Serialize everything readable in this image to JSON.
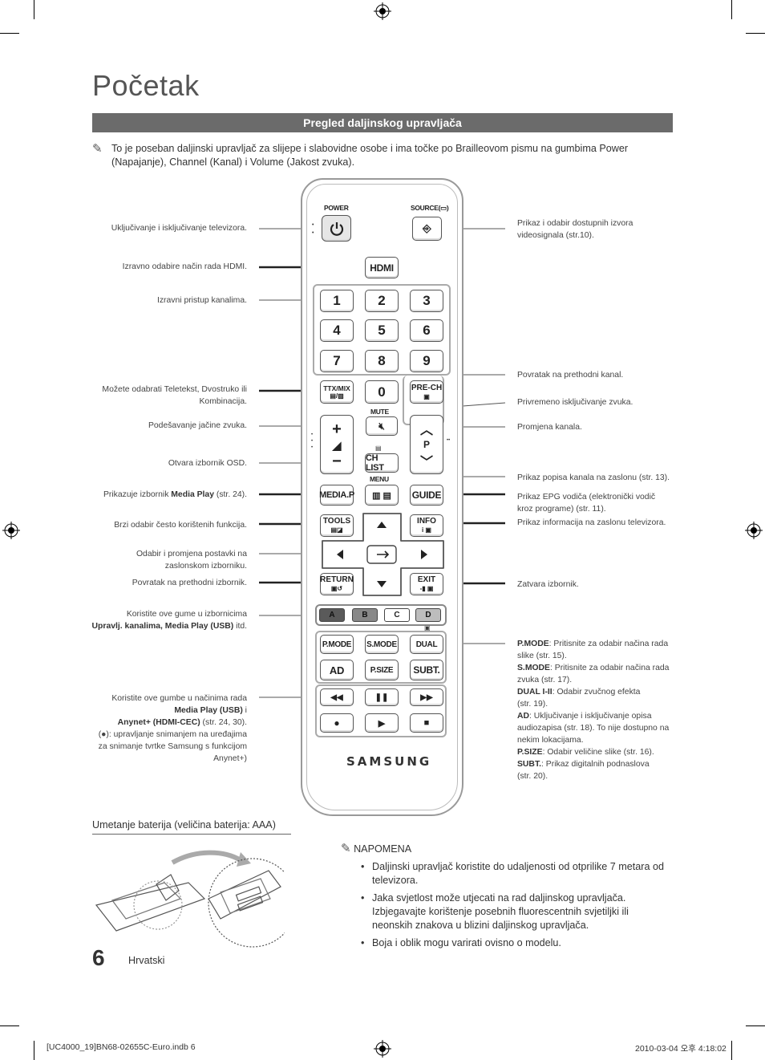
{
  "page": {
    "title": "Početak",
    "section_heading": "Pregled daljinskog upravljača",
    "intro_text": "To je poseban daljinski upravljač za slijepe i slabovidne osobe i ima točke po Brailleovom pismu na gumbima Power (Napajanje), Channel (Kanal) i Volume (Jakost zvuka).",
    "page_number": "6",
    "language": "Hrvatski",
    "footer_left": "[UC4000_19]BN68-02655C-Euro.indb   6",
    "footer_right": "2010-03-04   오후 4:18:02"
  },
  "left_labels": {
    "power": "Uključivanje i isključivanje televizora.",
    "hdmi": "Izravno odabire način rada HDMI.",
    "numbers": "Izravni pristup kanalima.",
    "ttx_1": "Možete odabrati Teletekst, Dvostruko ili",
    "ttx_2": "Kombinacija.",
    "volume": "Podešavanje jačine zvuka.",
    "menu": "Otvara izbornik OSD.",
    "mediap_pre": "Prikazuje izbornik ",
    "mediap_bold": "Media Play",
    "mediap_post": " (str. 24).",
    "tools": "Brzi odabir često korištenih funkcija.",
    "nav_1": "Odabir i promjena postavki na",
    "nav_2": "zaslonskom izborniku.",
    "return": "Povratak na prethodni izbornik.",
    "color_1": "Koristite ove gume u izbornicima",
    "color_2_bold": "Upravlj. kanalima, Media Play (USB)",
    "color_2_post": " itd.",
    "play_1": "Koristite ove gumbe u načinima rada",
    "play_2_bold": "Media Play (USB)",
    "play_2_post": " i",
    "play_3_bold": "Anynet+ (HDMI-CEC)",
    "play_3_post": " (str. 24, 30).",
    "play_4": "(●): upravljanje snimanjem na uređajima",
    "play_5": "za snimanje tvrtke Samsung s funkcijom",
    "play_6": "Anynet+)"
  },
  "right_labels": {
    "source_1": "Prikaz i odabir dostupnih izvora",
    "source_2": "videosignala (str.10).",
    "prech": "Povratak na prethodni kanal.",
    "mute": "Privremeno isključivanje zvuka.",
    "channel": "Promjena kanala.",
    "chlist": "Prikaz popisa kanala na zaslonu (str. 13).",
    "guide_1": "Prikaz EPG vodiča (elektronički vodič",
    "guide_2": "kroz programe) (str. 11).",
    "info": "Prikaz informacija na zaslonu televizora.",
    "exit": "Zatvara izbornik.",
    "pmode_b": "P.MODE",
    "pmode_1": ": Pritisnite za odabir načina rada",
    "pmode_2": "slike (str. 15).",
    "smode_b": "S.MODE",
    "smode_1": ": Pritisnite za odabir načina rada",
    "smode_2": "zvuka (str. 17).",
    "dual_b": "DUAL I-II",
    "dual_1": ": Odabir zvučnog efekta",
    "dual_2": "(str. 19).",
    "ad_b": "AD",
    "ad_1": ": Uključivanje i isključivanje opisa",
    "ad_2": "audiozapisa (str. 18). To nije dostupno na",
    "ad_3": "nekim lokacijama.",
    "psize_b": "P.SIZE",
    "psize_1": ": Odabir veličine slike (str. 16).",
    "subt_b": "SUBT.",
    "subt_1": ": Prikaz digitalnih podnaslova",
    "subt_2": "(str. 20)."
  },
  "remote": {
    "power_label": "POWER",
    "source_label": "SOURCE",
    "hdmi": "HDMI",
    "digits": [
      "1",
      "2",
      "3",
      "4",
      "5",
      "6",
      "7",
      "8",
      "9"
    ],
    "zero": "0",
    "ttx": "TTX/MIX",
    "prech": "PRE-CH",
    "mute": "MUTE",
    "p_label": "P",
    "chlist": "CH LIST",
    "menu": "MENU",
    "mediap": "MEDIA.P",
    "guide": "GUIDE",
    "tools": "TOOLS",
    "info": "INFO",
    "return": "RETURN",
    "exit": "EXIT",
    "colors": [
      "A",
      "B",
      "C",
      "D"
    ],
    "color_fills": [
      "#5a5a5a",
      "#888888",
      "#ffffff",
      "#bdbdbd"
    ],
    "pmode": "P.MODE",
    "smode": "S.MODE",
    "dual": "DUAL",
    "ad": "AD",
    "psize": "P.SIZE",
    "subt": "SUBT.",
    "brand": "SAMSUNG"
  },
  "battery": {
    "title": "Umetanje baterija (veličina baterija: AAA)"
  },
  "notes": {
    "heading": "NAPOMENA",
    "items": [
      "Daljinski upravljač koristite do udaljenosti od otprilike 7 metara od televizora.",
      "Jaka svjetlost može utjecati na rad daljinskog upravljača. Izbjegavajte korištenje posebnih fluorescentnih svjetiljki ili neonskih znakova u blizini daljinskog upravljača.",
      "Boja i oblik mogu varirati ovisno o modelu."
    ]
  }
}
